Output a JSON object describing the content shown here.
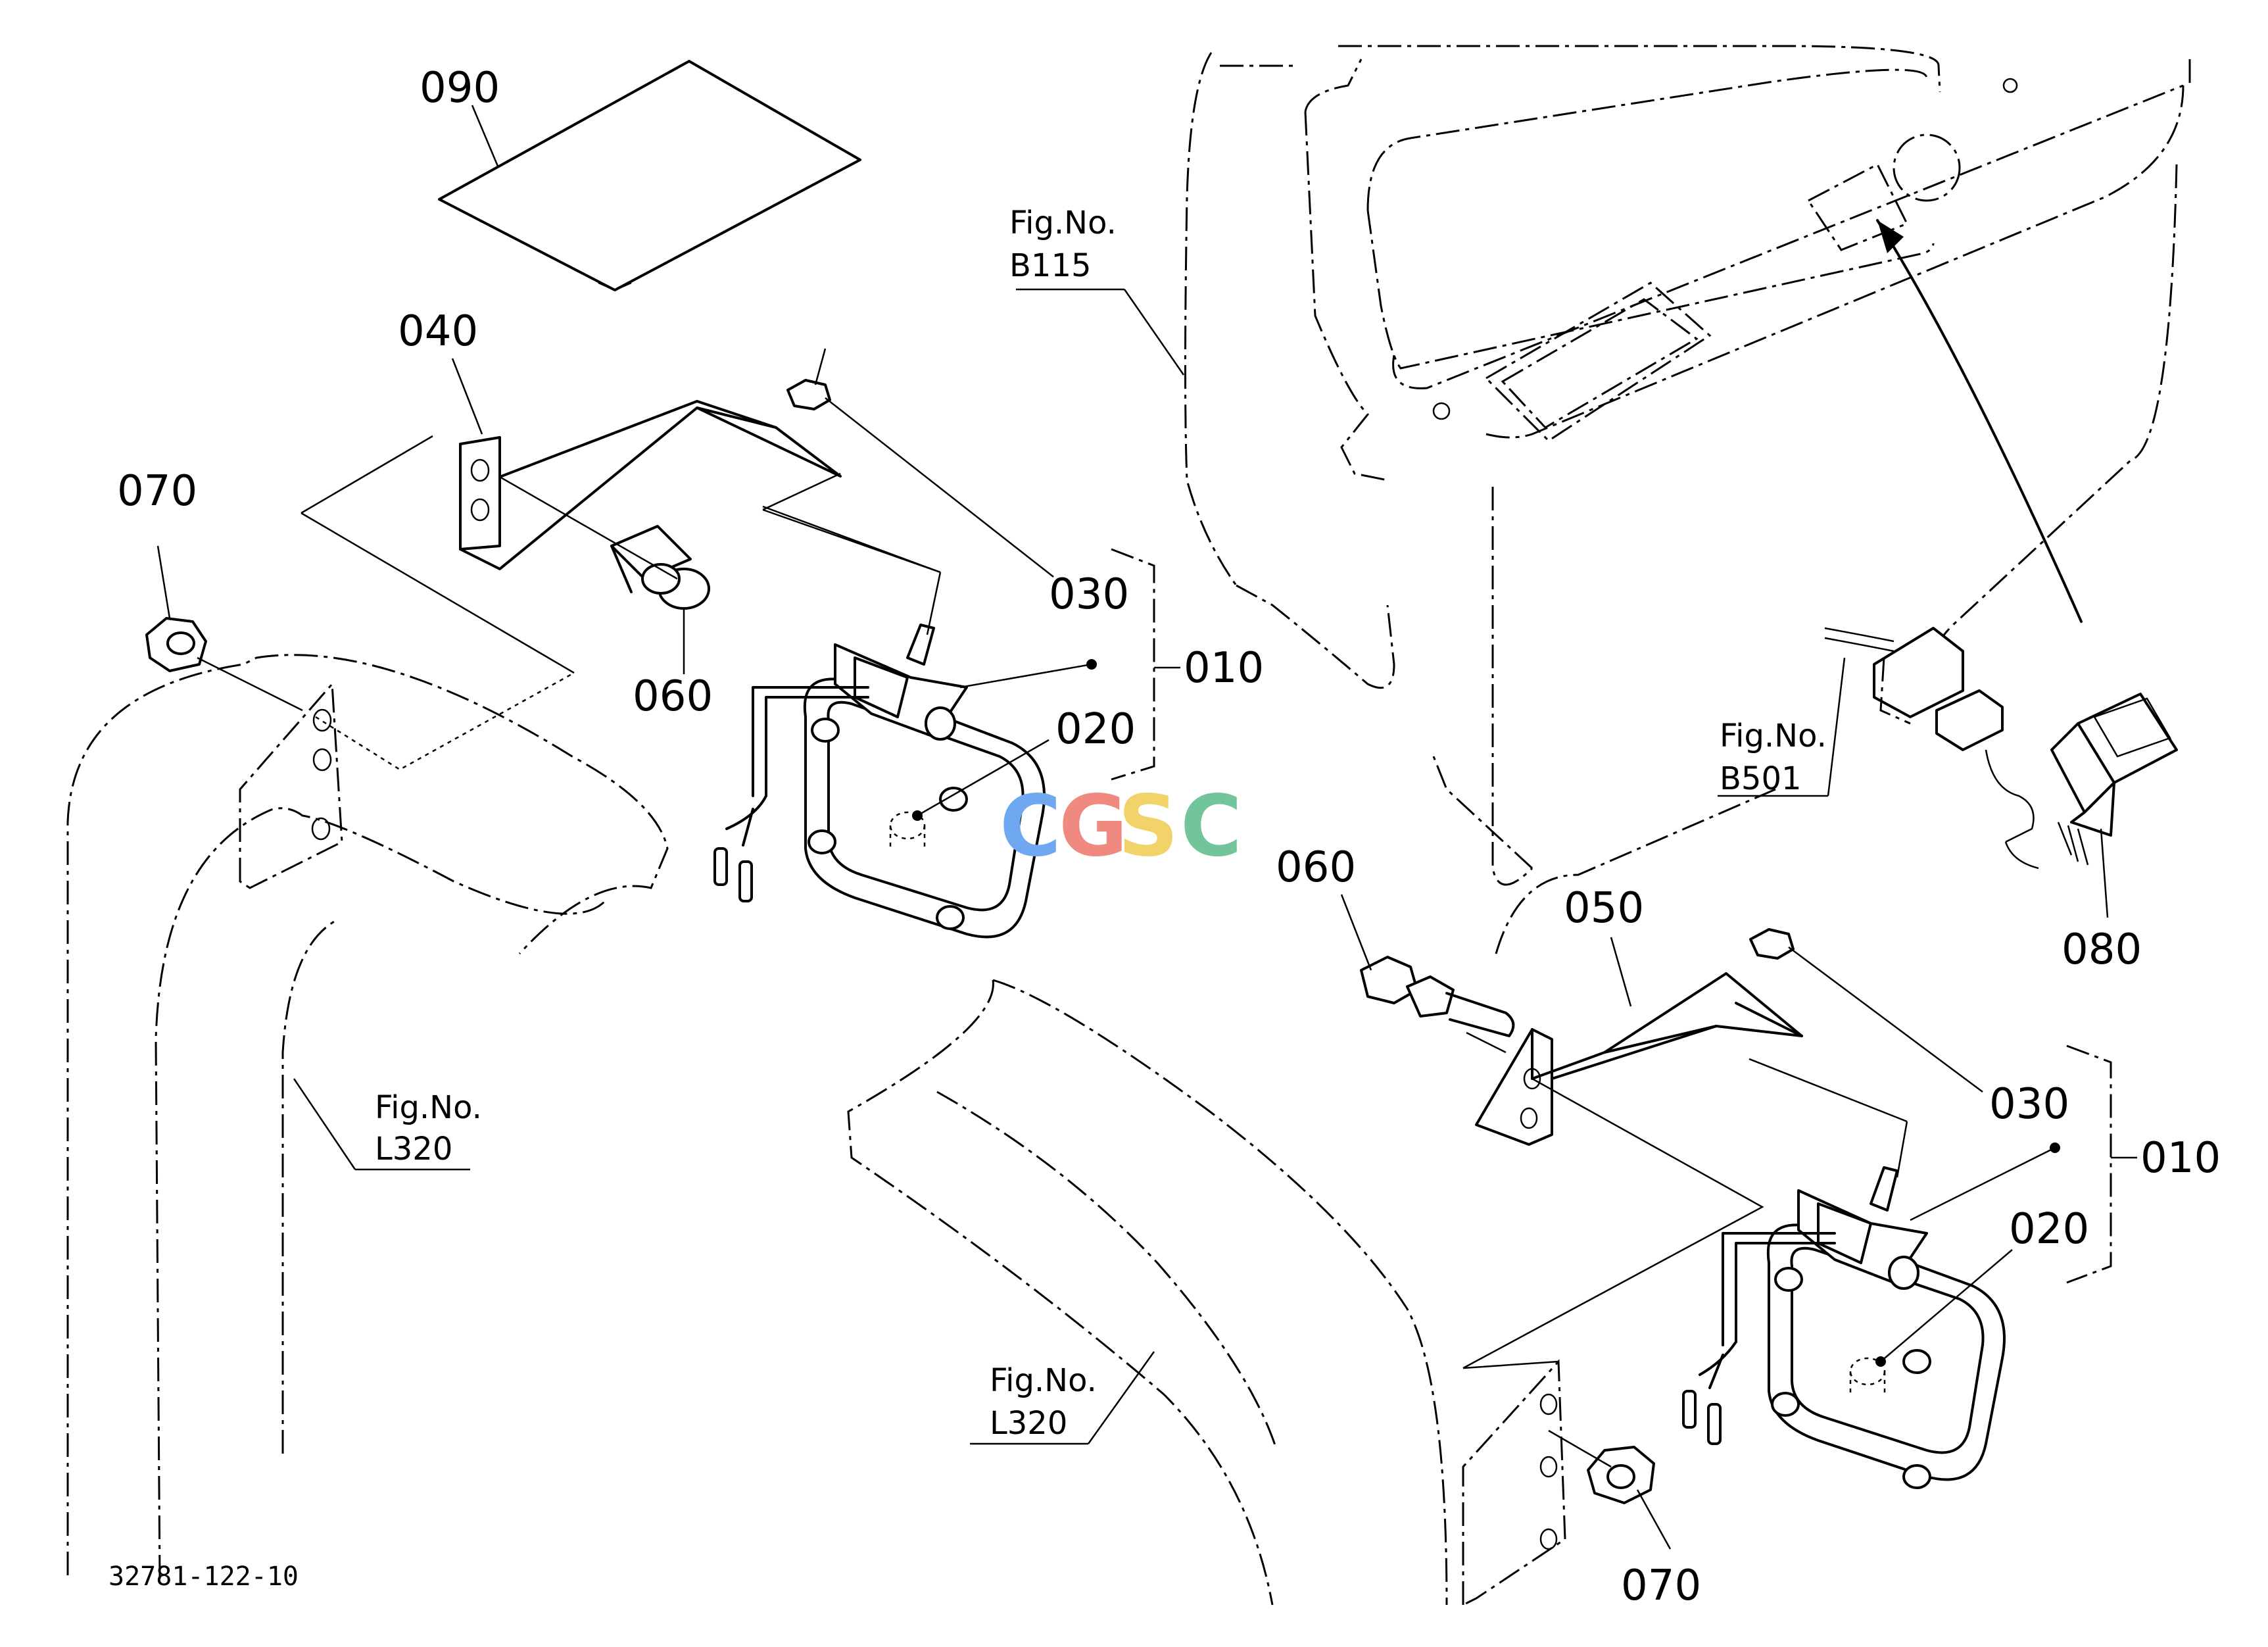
{
  "labels": {
    "p090": "090",
    "p040": "040",
    "p070_left": "070",
    "p060_left": "060",
    "p030_upper": "030",
    "p010_upper": "010",
    "p020_upper": "020",
    "p060_right": "060",
    "p050": "050",
    "p030_lower": "030",
    "p010_lower": "010",
    "p020_lower": "020",
    "p080": "080",
    "p070_right": "070"
  },
  "figrefs": {
    "b115": {
      "line1": "Fig.No.",
      "line2": "B115"
    },
    "b501": {
      "line1": "Fig.No.",
      "line2": "B501"
    },
    "l320_left": {
      "line1": "Fig.No.",
      "line2": "L320"
    },
    "l320_center": {
      "line1": "Fig.No.",
      "line2": "L320"
    }
  },
  "drawing_code": "32781-122-10",
  "watermark": {
    "letters": [
      "C",
      "G",
      "S",
      "C"
    ],
    "colors": [
      "#6fa8f0",
      "#f08a80",
      "#f2d36a",
      "#72c49a"
    ]
  }
}
